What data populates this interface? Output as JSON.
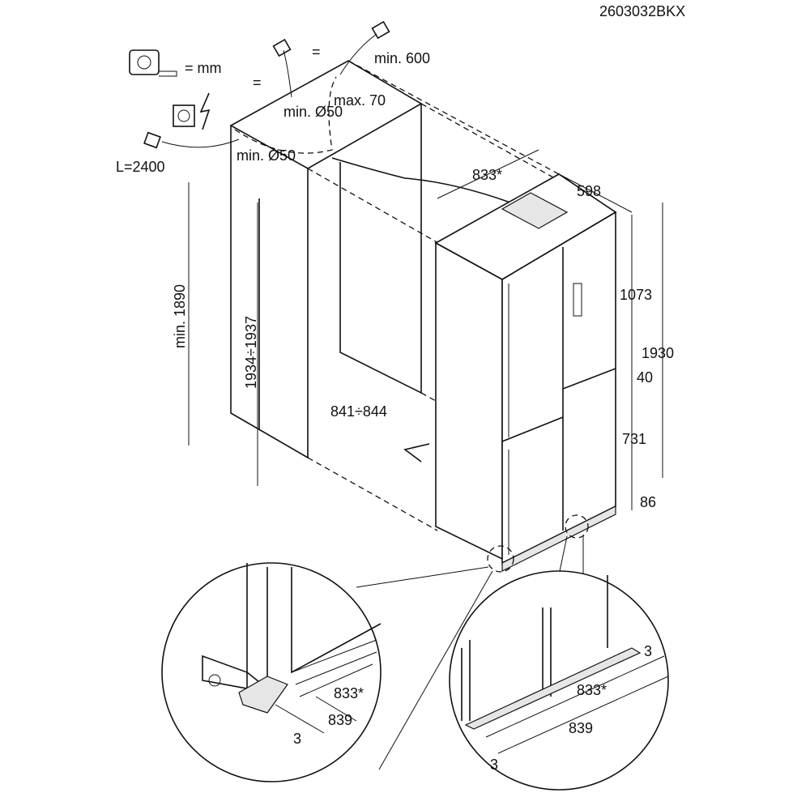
{
  "model_code": "2603032BKX",
  "legend": {
    "unit_label": "= mm",
    "unit_icon": "tape-measure-icon",
    "power_icon": "socket-lightning-icon"
  },
  "niche": {
    "equal_left": "=",
    "equal_right": "=",
    "min_depth": "min. 600",
    "hole_top": "min. Ø50",
    "hole_top_max": "max. 70",
    "cable_length": "L=2400",
    "hole_side": "min. Ø50",
    "min_height": "min. 1890",
    "height_range": "1934÷1937",
    "width_range": "841÷844"
  },
  "appliance": {
    "width_star": "833*",
    "depth": "598",
    "upper_height": "1073",
    "total_height": "1930",
    "gap": "40",
    "lower_height": "731",
    "base_height": "86"
  },
  "detail_left": {
    "width_star": "833*",
    "width": "839",
    "offset": "3"
  },
  "detail_right": {
    "offset_top": "3",
    "width_star": "833*",
    "width": "839",
    "offset_bottom": "3"
  }
}
